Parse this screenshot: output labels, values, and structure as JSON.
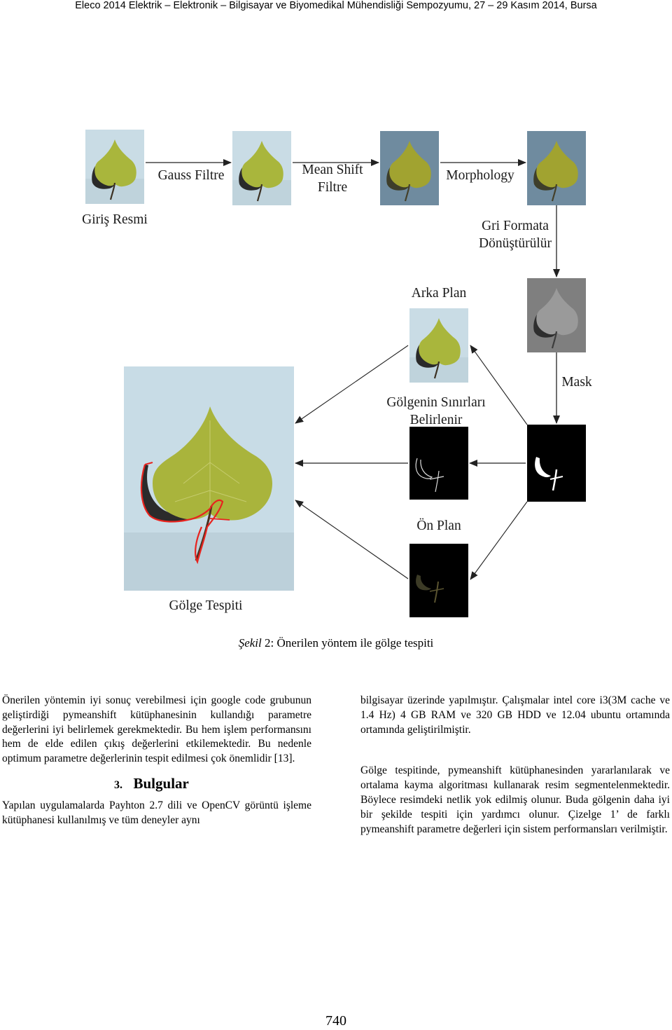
{
  "header": {
    "running_title": "Eleco 2014 Elektrik – Elektronik – Bilgisayar ve Biyomedikal Mühendisliği Sempozyumu, 27 – 29 Kasım 2014, Bursa"
  },
  "figure": {
    "labels": {
      "gauss": "Gauss Filtre",
      "mean_shift_1": "Mean Shift",
      "mean_shift_2": "Filtre",
      "morphology": "Morphology",
      "giris": "Giriş Resmi",
      "gri_1": "Gri Formata",
      "gri_2": "Dönüştürülür",
      "arka_plan": "Arka Plan",
      "mask": "Mask",
      "golgenin_1": "Gölgenin Sınırları",
      "golgenin_2": "Belirlenir",
      "on_plan": "Ön Plan",
      "golge_tespiti": "Gölge Tespiti"
    },
    "caption_label": "Şekil",
    "caption_number": "2:",
    "caption_text": "Önerilen yöntem ile gölge tespiti",
    "colors": {
      "leaf": "#a8b43a",
      "photo_background": "#c7dbe4",
      "filtered_background": "#6e8a9e",
      "gray_background": "#808080",
      "shadow_outline": "#e8231e"
    }
  },
  "body": {
    "left_p1": "Önerilen yöntemin iyi sonuç verebilmesi için google code grubunun geliştirdiği pymeanshift kütüphanesinin kullandığı parametre değerlerini iyi belirlemek gerekmektedir. Bu hem işlem performansını hem de elde edilen çıkış değerlerini etkilemektedir. Bu nedenle optimum parametre değerlerinin tespit edilmesi çok önemlidir [13].",
    "section_number": "3.",
    "section_title": "Bulgular",
    "left_p2": "Yapılan uygulamalarda Payhton 2.7 dili ve OpenCV görüntü işleme kütüphanesi kullanılmış ve tüm deneyler aynı",
    "right_p1": "bilgisayar üzerinde yapılmıştır. Çalışmalar intel core i3(3M cache ve 1.4 Hz) 4 GB RAM ve 320 GB HDD ve 12.04 ubuntu ortamında ortamında geliştirilmiştir.",
    "right_p2": "Gölge tespitinde, pymeanshift kütüphanesinden yararlanılarak ve ortalama kayma algoritması kullanarak resim segmentelenmektedir. Böylece resimdeki netlik yok edilmiş olunur. Buda gölgenin daha iyi bir şekilde tespiti için yardımcı olunur. Çizelge 1’ de farklı pymeanshift parametre değerleri için sistem performansları verilmiştir."
  },
  "page_number": "740"
}
